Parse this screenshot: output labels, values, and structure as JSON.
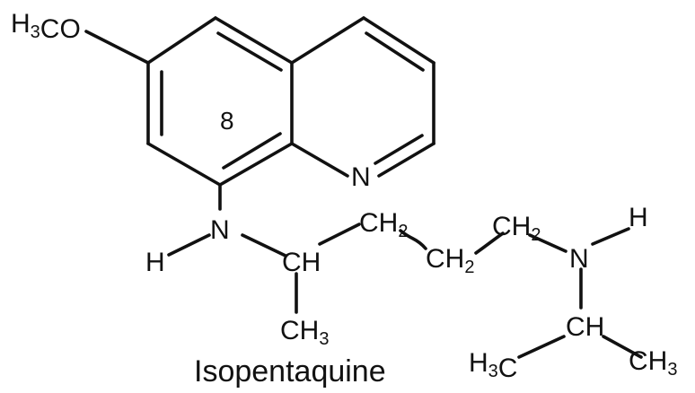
{
  "compound": {
    "name": "Isopentaquine"
  },
  "groups": {
    "methoxy": "H3CO",
    "ring_nitrogen": "N",
    "position_label": "8",
    "amine_n": "N",
    "amine_h": "H",
    "ch_chain": "CH",
    "ch2_upper": "CH2",
    "ch2_lower": "CH2",
    "ch2_right": "CH2",
    "ch3_branch": "CH3",
    "amine2_n": "N",
    "amine2_h": "H",
    "ch_isopropyl": "CH",
    "h3c_isopropyl": "H3C",
    "ch3_isopropyl": "CH3"
  }
}
